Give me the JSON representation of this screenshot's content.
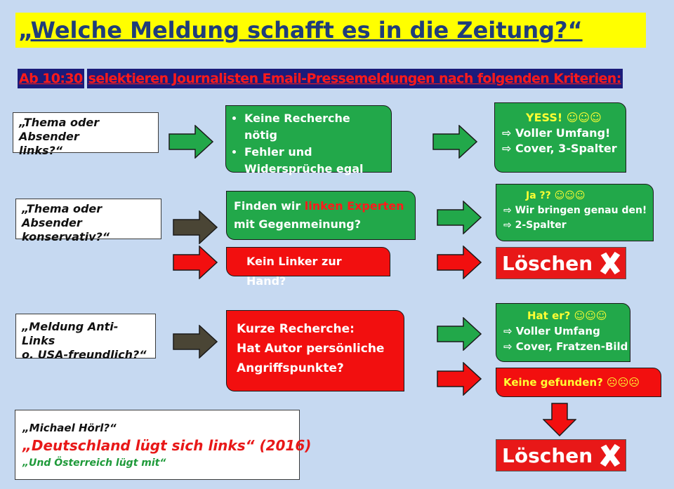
{
  "title": "„Welche Meldung schafft es in die Zeitung?“",
  "subtitle": {
    "time": "Ab 10:30",
    "text": "selektieren Journalisten Email-Pressemeldungen nach folgenden Kriterien:"
  },
  "row1": {
    "question": [
      "„Thema oder Absender",
      "links?“"
    ],
    "condition": [
      "Keine Recherche nötig",
      "Fehler und Widersprüche egal"
    ],
    "result_head": "YESS! ☺☺☺",
    "result_lines": [
      "⇨ Voller Umfang!",
      "⇨ Cover, 3-Spalter"
    ]
  },
  "row2": {
    "question": [
      "„Thema oder Absender",
      "konservativ?“"
    ],
    "condition_pre": "Finden wir ",
    "condition_red": "linken Experten",
    "condition_post": "mit Gegenmeinung?",
    "result_head": "Ja ??   ☺☺☺",
    "result_lines": [
      "⇨ Wir bringen genau den!",
      "⇨ 2-Spalter"
    ],
    "no_expert": "Kein Linker zur Hand?",
    "delete_label": "Löschen"
  },
  "row3": {
    "question": [
      "„Meldung Anti-Links",
      "o. USA-freundlich?“"
    ],
    "condition": [
      "Kurze Recherche:",
      "Hat Autor persönliche",
      "Angriffspunkte?"
    ],
    "result_head": "Hat er? ☺☺☺",
    "result_lines": [
      "⇨ Voller Umfang",
      "⇨ Cover, Fratzen-Bild"
    ],
    "none_found": "Keine gefunden? ☹☹☹",
    "delete_label": "Löschen"
  },
  "book": {
    "line1": "„Michael Hörl?“",
    "line2": "„Deutschland lügt sich links“ (2016)",
    "line3": "„Und Österreich lügt mit“"
  },
  "colors": {
    "background": "#c6d9f1",
    "title_bg": "#ffff00",
    "title_text": "#1f3d7a",
    "green": "#22a84a",
    "red": "#f20f0f",
    "dark_arrow": "#4a4535",
    "subtitle_bg": "#1b1b7a"
  },
  "icons": [
    "right-arrow-icon",
    "down-arrow-icon",
    "x-icon"
  ]
}
